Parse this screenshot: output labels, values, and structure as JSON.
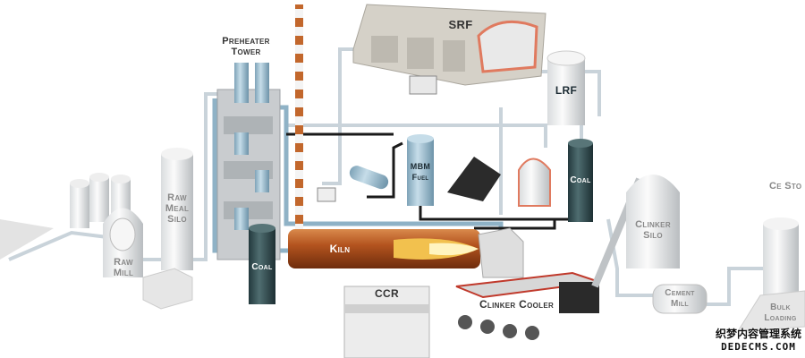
{
  "diagram": {
    "labels": {
      "preheater_tower": "Preheater Tower",
      "srf": "SRF",
      "lrf": "LRF",
      "mbm_fuel": "MBM Fuel",
      "coal_left": "Coal",
      "coal_right": "Coal",
      "raw_meal_silo": "Raw Meal Silo",
      "raw_mill": "Raw Mill",
      "kiln": "Kiln",
      "ccr": "CCR",
      "clinker_cooler": "Clinker Cooler",
      "clinker_silo": "Clinker Silo",
      "cement_mill": "Cement Mill",
      "cement_storage_silo_partial": "Ce Sto S",
      "bulk_loading": "Bulk Loading"
    },
    "watermark": {
      "cn": "织梦内容管理系统",
      "en": "DEDECMS.COM"
    }
  },
  "colors": {
    "pipe": "#c9d3da",
    "steel": "#8fb2c6",
    "coal": "#2f4a4f",
    "kiln": "#b4541f",
    "chimney": "#c2672c"
  }
}
